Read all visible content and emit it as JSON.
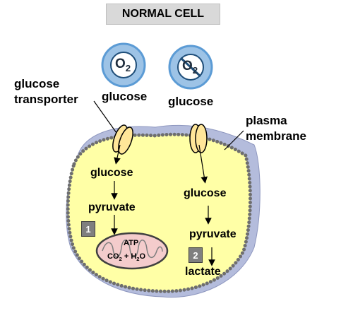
{
  "title": "NORMAL CELL",
  "oxygen": {
    "formula": "O",
    "sub": "2"
  },
  "labels": {
    "glucose_transporter_line1": "glucose",
    "glucose_transporter_line2": "transporter",
    "plasma_line1": "plasma",
    "plasma_line2": "membrane",
    "glucose_out_left": "glucose",
    "glucose_out_right": "glucose",
    "glucose_in_left": "glucose",
    "pyruvate_left": "pyruvate",
    "glucose_in_right": "glucose",
    "pyruvate_right": "pyruvate",
    "lactate": "lactate",
    "atp": "ATP",
    "co2_pre": "CO",
    "co2_sub": "2",
    "plus": " + H",
    "h2o_sub": "2",
    "h2o_post": "O"
  },
  "markers": {
    "one": "1",
    "two": "2"
  },
  "colors": {
    "oxygen_fill": "#9dc3e6",
    "oxygen_ring": "#5b9bd5",
    "membrane": "#b4bcdc",
    "cytoplasm": "#ffffa6",
    "mito_fill": "#f4cccc",
    "transporter": "#ffe699"
  }
}
